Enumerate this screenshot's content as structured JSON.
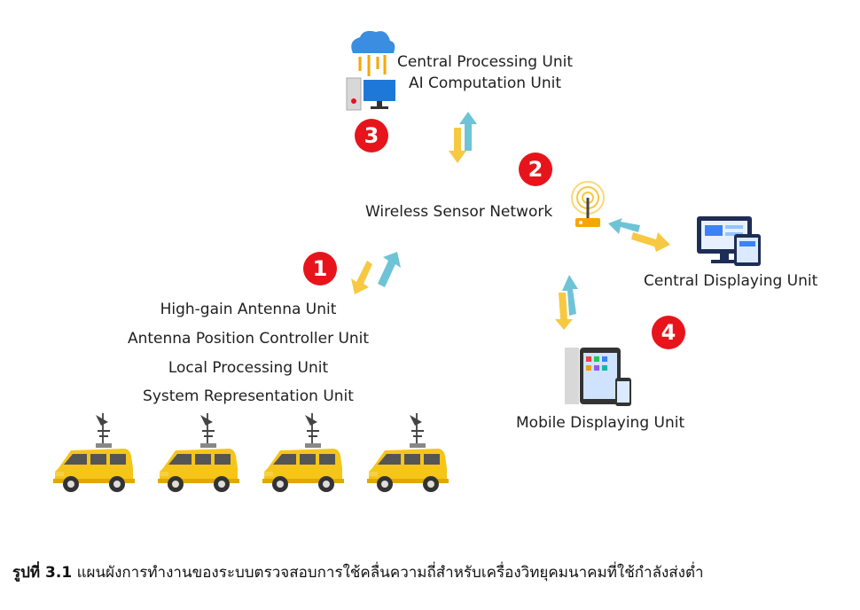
{
  "central_unit": {
    "line1": "Central Processing Unit",
    "line2": "AI Computation Unit",
    "badge": "3"
  },
  "network": {
    "label": "Wireless Sensor Network",
    "badge": "2"
  },
  "vehicle_units": {
    "badge": "1",
    "lines": [
      "High-gain Antenna Unit",
      "Antenna Position Controller Unit",
      "Local Processing Unit",
      "System Representation Unit"
    ]
  },
  "central_display": {
    "label": "Central Displaying Unit"
  },
  "mobile_display": {
    "label": "Mobile Displaying Unit",
    "badge": "4"
  },
  "caption": {
    "number": "รูปที่ 3.1",
    "text": "แผนผังการทำงานของระบบตรวจสอบการใช้คลื่นความถี่สำหรับเครื่องวิทยุคมนาคมที่ใช้กำลังส่งต่ำ"
  },
  "colors": {
    "arrow_yellow": "#f7c841",
    "arrow_blue": "#6fc3d6",
    "badge_red": "#e8141b",
    "van_yellow": "#f5c518"
  }
}
